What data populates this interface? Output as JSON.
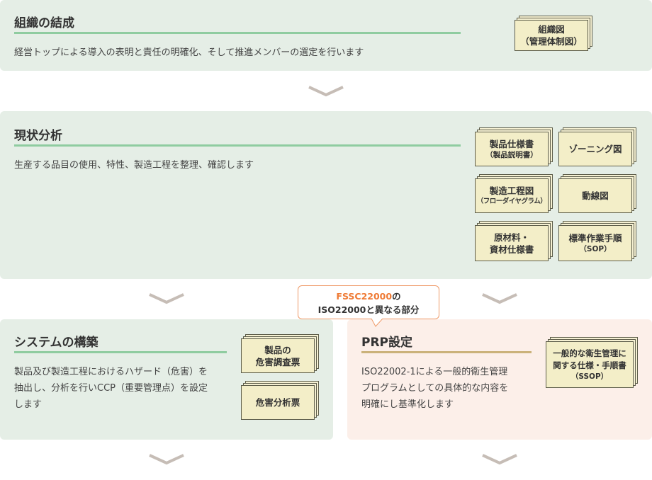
{
  "step1": {
    "title": "組織の結成",
    "text": "経営トップによる導入の表明と責任の明確化、そして推進メンバーの選定を行います",
    "docs": [
      {
        "line1": "組織図",
        "line2": "（管理体制図）"
      }
    ]
  },
  "step2": {
    "title": "現状分析",
    "text": "生産する品目の使用、特性、製造工程を整理、確認します",
    "docs": [
      {
        "line1": "製品仕様書",
        "line2": "（製品説明書）"
      },
      {
        "line1": "ゾーニング図",
        "line2": ""
      },
      {
        "line1": "製造工程図",
        "line2": "（フローダイヤグラム）"
      },
      {
        "line1": "動線図",
        "line2": ""
      },
      {
        "line1": "原材料・",
        "line2": "資材仕様書"
      },
      {
        "line1": "標準作業手順",
        "line2": "（SOP）"
      }
    ]
  },
  "callout": {
    "highlight": "FSSC22000",
    "suffix": "の",
    "line2": "ISO22000と異なる部分",
    "highlight_color": "#ef7a34"
  },
  "step3": {
    "title": "システムの構築",
    "lines": [
      "製品及び製造工程におけるハザード（危害）を",
      "抽出し、分析を行いCCP（重要管理点）を設定",
      "します"
    ],
    "docs": [
      {
        "line1": "製品の",
        "line2": "危害調査票"
      },
      {
        "line1": "危害分析票",
        "line2": ""
      }
    ]
  },
  "step4": {
    "title": "PRP設定",
    "lines": [
      "ISO22002-1による一般的衛生管理",
      "プログラムとしての具体的な内容を",
      "明確にし基準化します"
    ],
    "docs": [
      {
        "line1": "一般的な衛生管理に",
        "line2": "関する仕様・手順書",
        "line3": "（SSOP）"
      }
    ]
  },
  "colors": {
    "green_panel": "#e5eee6",
    "pink_panel": "#fcefe9",
    "green_underline": "#8fcca0",
    "tan_underline": "#cbb27a",
    "doc_fill": "#f3eec8",
    "chevron": "#c6bdb6"
  },
  "icons": [
    "chevron-down-icon",
    "document-stack-icon"
  ]
}
